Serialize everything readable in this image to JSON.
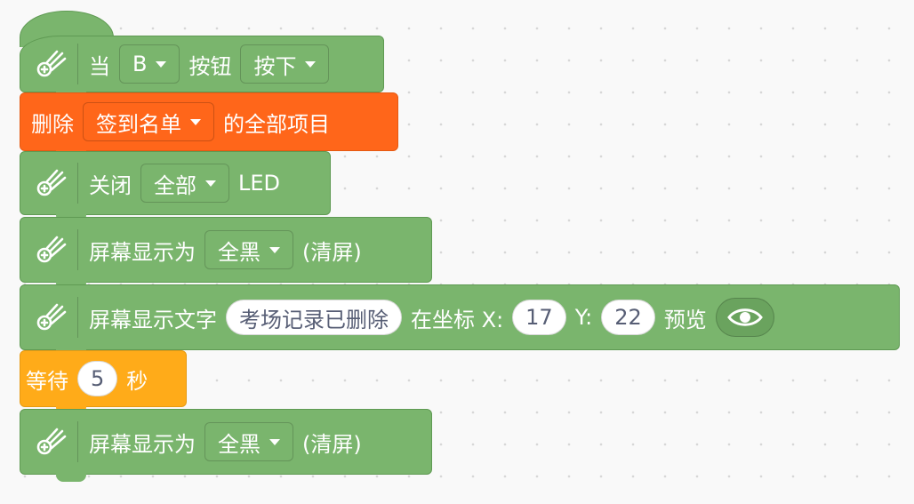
{
  "blocks": {
    "b1": {
      "text1": "当",
      "dropdown1": "B",
      "text2": "按钮",
      "dropdown2": "按下"
    },
    "b2": {
      "text1": "删除",
      "dropdown1": "签到名单",
      "text2": "的全部项目"
    },
    "b3": {
      "text1": "关闭",
      "dropdown1": "全部",
      "text2": "LED"
    },
    "b4": {
      "text1": "屏幕显示为",
      "dropdown1": "全黑",
      "text2": "(清屏)"
    },
    "b5": {
      "text1": "屏幕显示文字",
      "input1": "考场记录已删除",
      "text2": "在坐标 X:",
      "input_x": "17",
      "text3": "Y:",
      "input_y": "22",
      "text4": "预览"
    },
    "b6": {
      "text1": "等待",
      "input1": "5",
      "text2": "秒"
    },
    "b7": {
      "text1": "屏幕显示为",
      "dropdown1": "全黑",
      "text2": "(清屏)"
    }
  },
  "colors": {
    "green": "#7ab56d",
    "orange": "#ff661a",
    "yellow": "#ffab19",
    "canvas": "#f9f9f9"
  },
  "icons": {
    "extension": "meteor-extension-icon",
    "preview": "eye-icon",
    "dropdown": "caret-down-icon"
  }
}
